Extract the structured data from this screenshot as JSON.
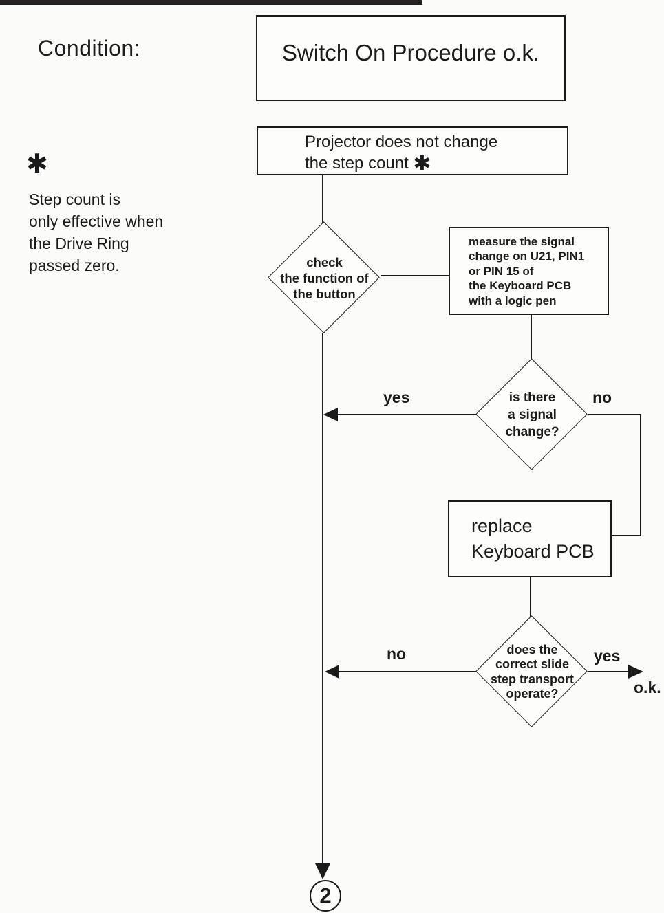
{
  "colors": {
    "ink": "#1b1b1b",
    "paper": "#fbfbfa"
  },
  "header": {
    "condition_label": "Condition:",
    "title_box": "Switch On Procedure o.k."
  },
  "start_box": {
    "line1": "Projector does not change",
    "line2": "the step count",
    "asterisk": "✱"
  },
  "footnote": {
    "asterisk": "✱",
    "lines": [
      "Step count is",
      "only effective when",
      "the Drive Ring",
      "passed zero."
    ]
  },
  "decision_button": {
    "lines": [
      "check",
      "the function of",
      "the button"
    ]
  },
  "measure_box": {
    "lines": [
      "measure the signal",
      "change on U21, PIN1",
      "or PIN 15 of",
      "the Keyboard PCB",
      "with a logic pen"
    ]
  },
  "decision_signal": {
    "lines": [
      "is there",
      "a signal",
      "change?"
    ],
    "yes_label": "yes",
    "no_label": "no"
  },
  "replace_box": {
    "lines": [
      "replace",
      "Keyboard PCB"
    ]
  },
  "decision_transport": {
    "lines": [
      "does the",
      "correct slide",
      "step transport",
      "operate?"
    ],
    "no_label": "no",
    "yes_label": "yes",
    "ok_label": "o.k."
  },
  "offpage_connector": {
    "label": "2"
  }
}
